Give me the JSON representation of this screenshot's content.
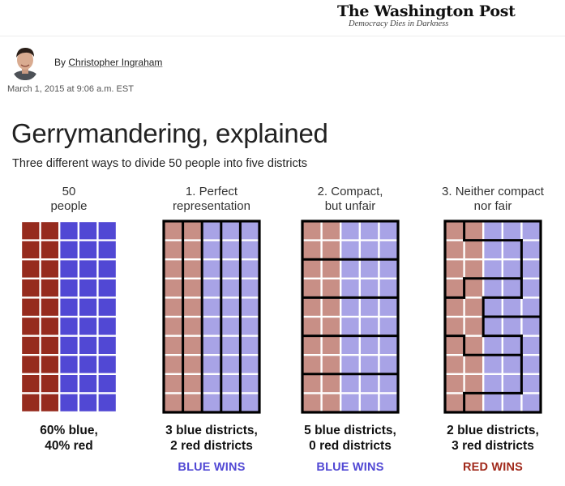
{
  "masthead": {
    "logo": "The Washington Post",
    "tagline": "Democracy Dies in Darkness"
  },
  "byline": {
    "prefix": "By",
    "author": "Christopher Ingraham",
    "date": "March 1, 2015 at 9:06 a.m. EST"
  },
  "article": {
    "title": "Gerrymandering, explained",
    "subtitle": "Three different ways to divide 50 people into five districts"
  },
  "colors": {
    "red_solid": "#962b1e",
    "blue_solid": "#5148d4",
    "red_muted": "#c88f86",
    "blue_muted": "#a8a3e6",
    "border": "#000000",
    "blue_text": "#5148d4",
    "red_text": "#a12a1c"
  },
  "panels": [
    {
      "heading_line1": "50",
      "heading_line2": "people",
      "result_line1": "60% blue,",
      "result_line2": "40% red",
      "winner": "",
      "winner_color": "",
      "style": "solid",
      "district_segments": []
    },
    {
      "heading_line1": "1. Perfect",
      "heading_line2": "representation",
      "result_line1": "3 blue districts,",
      "result_line2": "2 red districts",
      "winner": "BLUE WINS",
      "winner_color": "#5148d4",
      "style": "muted",
      "district_segments": [
        [
          "v",
          1,
          0,
          10
        ],
        [
          "v",
          2,
          0,
          10
        ],
        [
          "v",
          3,
          0,
          10
        ],
        [
          "v",
          4,
          0,
          10
        ]
      ]
    },
    {
      "heading_line1": "2. Compact,",
      "heading_line2": "but unfair",
      "result_line1": "5 blue districts,",
      "result_line2": "0 red districts",
      "winner": "BLUE WINS",
      "winner_color": "#5148d4",
      "style": "muted",
      "district_segments": [
        [
          "h",
          2,
          0,
          5
        ],
        [
          "h",
          4,
          0,
          5
        ],
        [
          "h",
          6,
          0,
          5
        ],
        [
          "h",
          8,
          0,
          5
        ]
      ]
    },
    {
      "heading_line1": "3. Neither compact",
      "heading_line2": "nor fair",
      "result_line1": "2 blue districts,",
      "result_line2": "3 red districts",
      "winner": "RED WINS",
      "winner_color": "#a12a1c",
      "style": "muted",
      "district_segments": [
        [
          "v",
          1,
          0,
          1
        ],
        [
          "h",
          1,
          1,
          4
        ],
        [
          "v",
          4,
          1,
          4
        ],
        [
          "h",
          3,
          1,
          4
        ],
        [
          "v",
          1,
          3,
          4
        ],
        [
          "h",
          4,
          0,
          1
        ],
        [
          "h",
          4,
          2,
          4
        ],
        [
          "v",
          2,
          4,
          6
        ],
        [
          "h",
          5,
          2,
          5
        ],
        [
          "h",
          6,
          0,
          1
        ],
        [
          "h",
          6,
          2,
          4
        ],
        [
          "v",
          1,
          6,
          7
        ],
        [
          "h",
          7,
          1,
          4
        ],
        [
          "v",
          4,
          6,
          9
        ],
        [
          "h",
          9,
          1,
          4
        ],
        [
          "v",
          1,
          9,
          10
        ]
      ]
    }
  ],
  "chart_data": {
    "type": "table",
    "title": "Gerrymandering, explained",
    "subtitle": "Three different ways to divide 50 people into five districts",
    "population": {
      "rows": 10,
      "cols": 5,
      "red_columns": [
        0,
        1
      ],
      "blue_columns": [
        2,
        3,
        4
      ],
      "total": 50,
      "blue": 30,
      "red": 20,
      "blue_pct": 60,
      "red_pct": 40
    },
    "scenarios": [
      {
        "name": "Perfect representation",
        "blue_districts": 3,
        "red_districts": 2,
        "winner": "Blue"
      },
      {
        "name": "Compact, but unfair",
        "blue_districts": 5,
        "red_districts": 0,
        "winner": "Blue"
      },
      {
        "name": "Neither compact nor fair",
        "blue_districts": 2,
        "red_districts": 3,
        "winner": "Red"
      }
    ]
  }
}
